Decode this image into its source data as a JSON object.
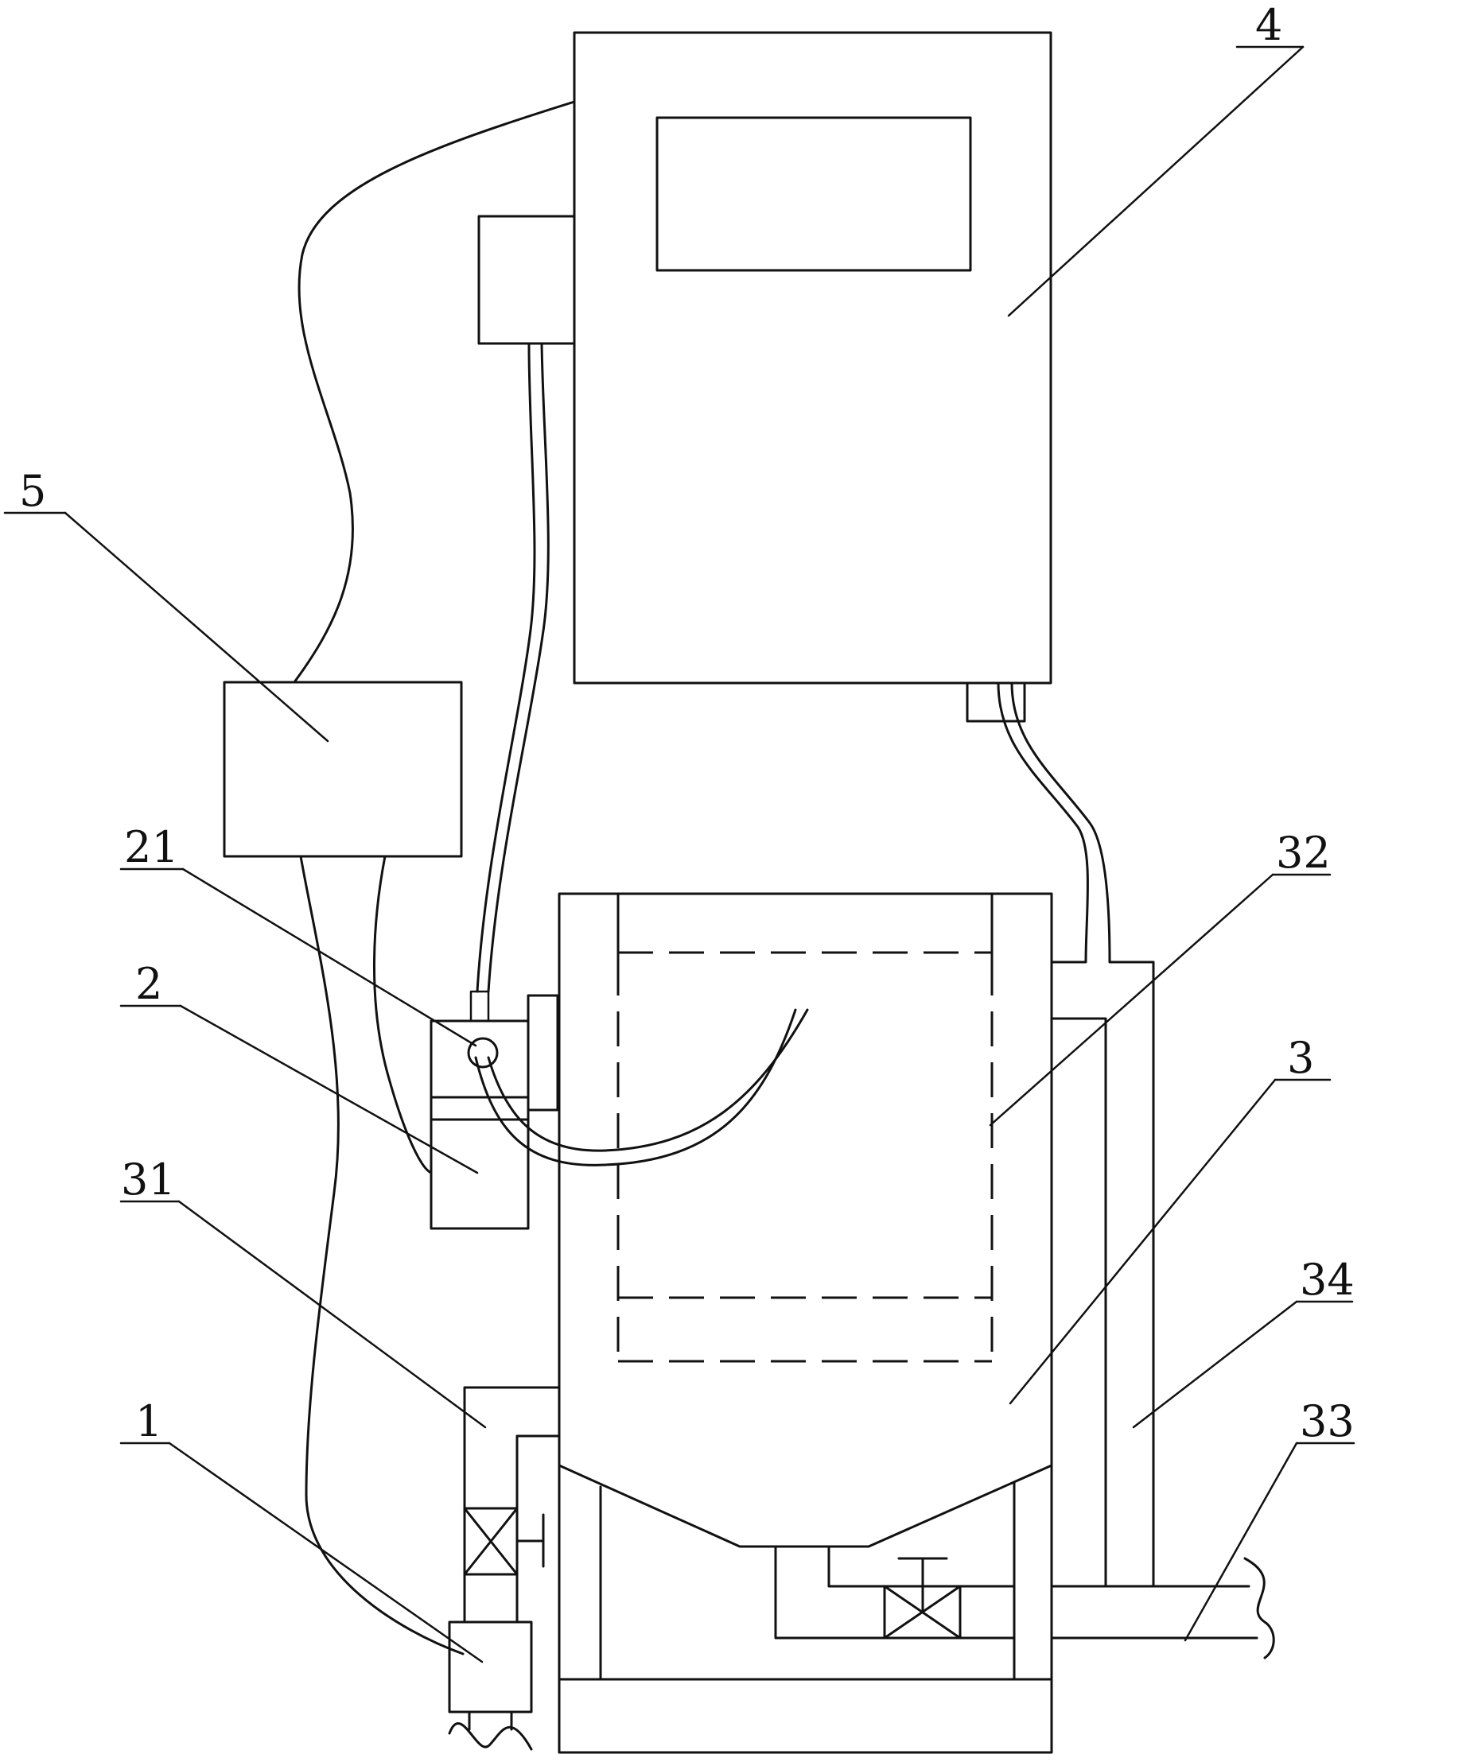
{
  "labels": {
    "l4": "4",
    "l5": "5",
    "l21": "21",
    "l2": "2",
    "l31": "31",
    "l1": "1",
    "l32": "32",
    "l3": "3",
    "l34": "34",
    "l33": "33"
  }
}
